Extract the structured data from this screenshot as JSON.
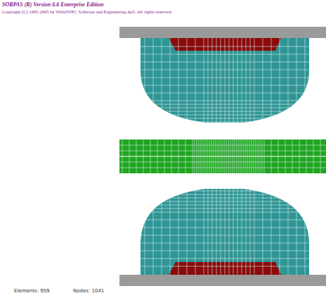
{
  "diagram": {
    "title": "SORPAS (R) Version 6.6 Enterprise Edition",
    "labels": [
      "Copyright (C) 1995-2005 by SWANTEC Software and Engineering ApS. All rights reserved.",
      "Elements: 959",
      "Nodes: 1041"
    ]
  }
}
